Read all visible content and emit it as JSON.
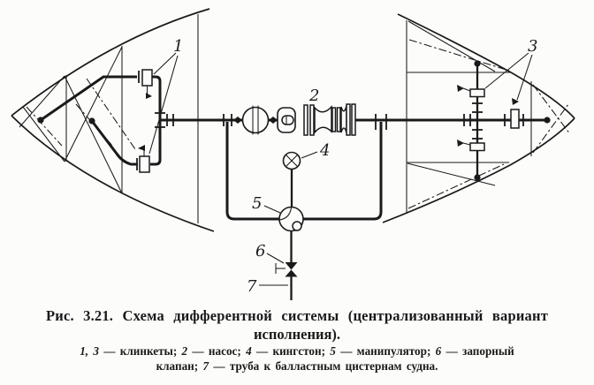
{
  "figure": {
    "number_labels": {
      "klinket_bow": "1",
      "pump": "2",
      "klinket_stern": "3",
      "kingston": "4",
      "manipulator": "5",
      "stop_valve": "6",
      "ballast_pipe": "7"
    },
    "caption": {
      "line1": "Рис. 3.21. Схема дифферентной системы (централизованный вариант",
      "line2": "исполнения)."
    },
    "legend": {
      "line1_parts": [
        {
          "n": "1, 3",
          "t": " — клинкеты; "
        },
        {
          "n": "2",
          "t": " — насос; "
        },
        {
          "n": "4",
          "t": " — кингстон; "
        },
        {
          "n": "5",
          "t": " — манипулятор; "
        },
        {
          "n": "6",
          "t": " — запорный"
        }
      ],
      "line2_parts": [
        {
          "n": "",
          "t": "клапан; "
        },
        {
          "n": "7",
          "t": " — труба к балластным цистернам судна."
        }
      ]
    },
    "colors": {
      "ink": "#1a1a1a",
      "paper": "#fcfcfb"
    }
  }
}
